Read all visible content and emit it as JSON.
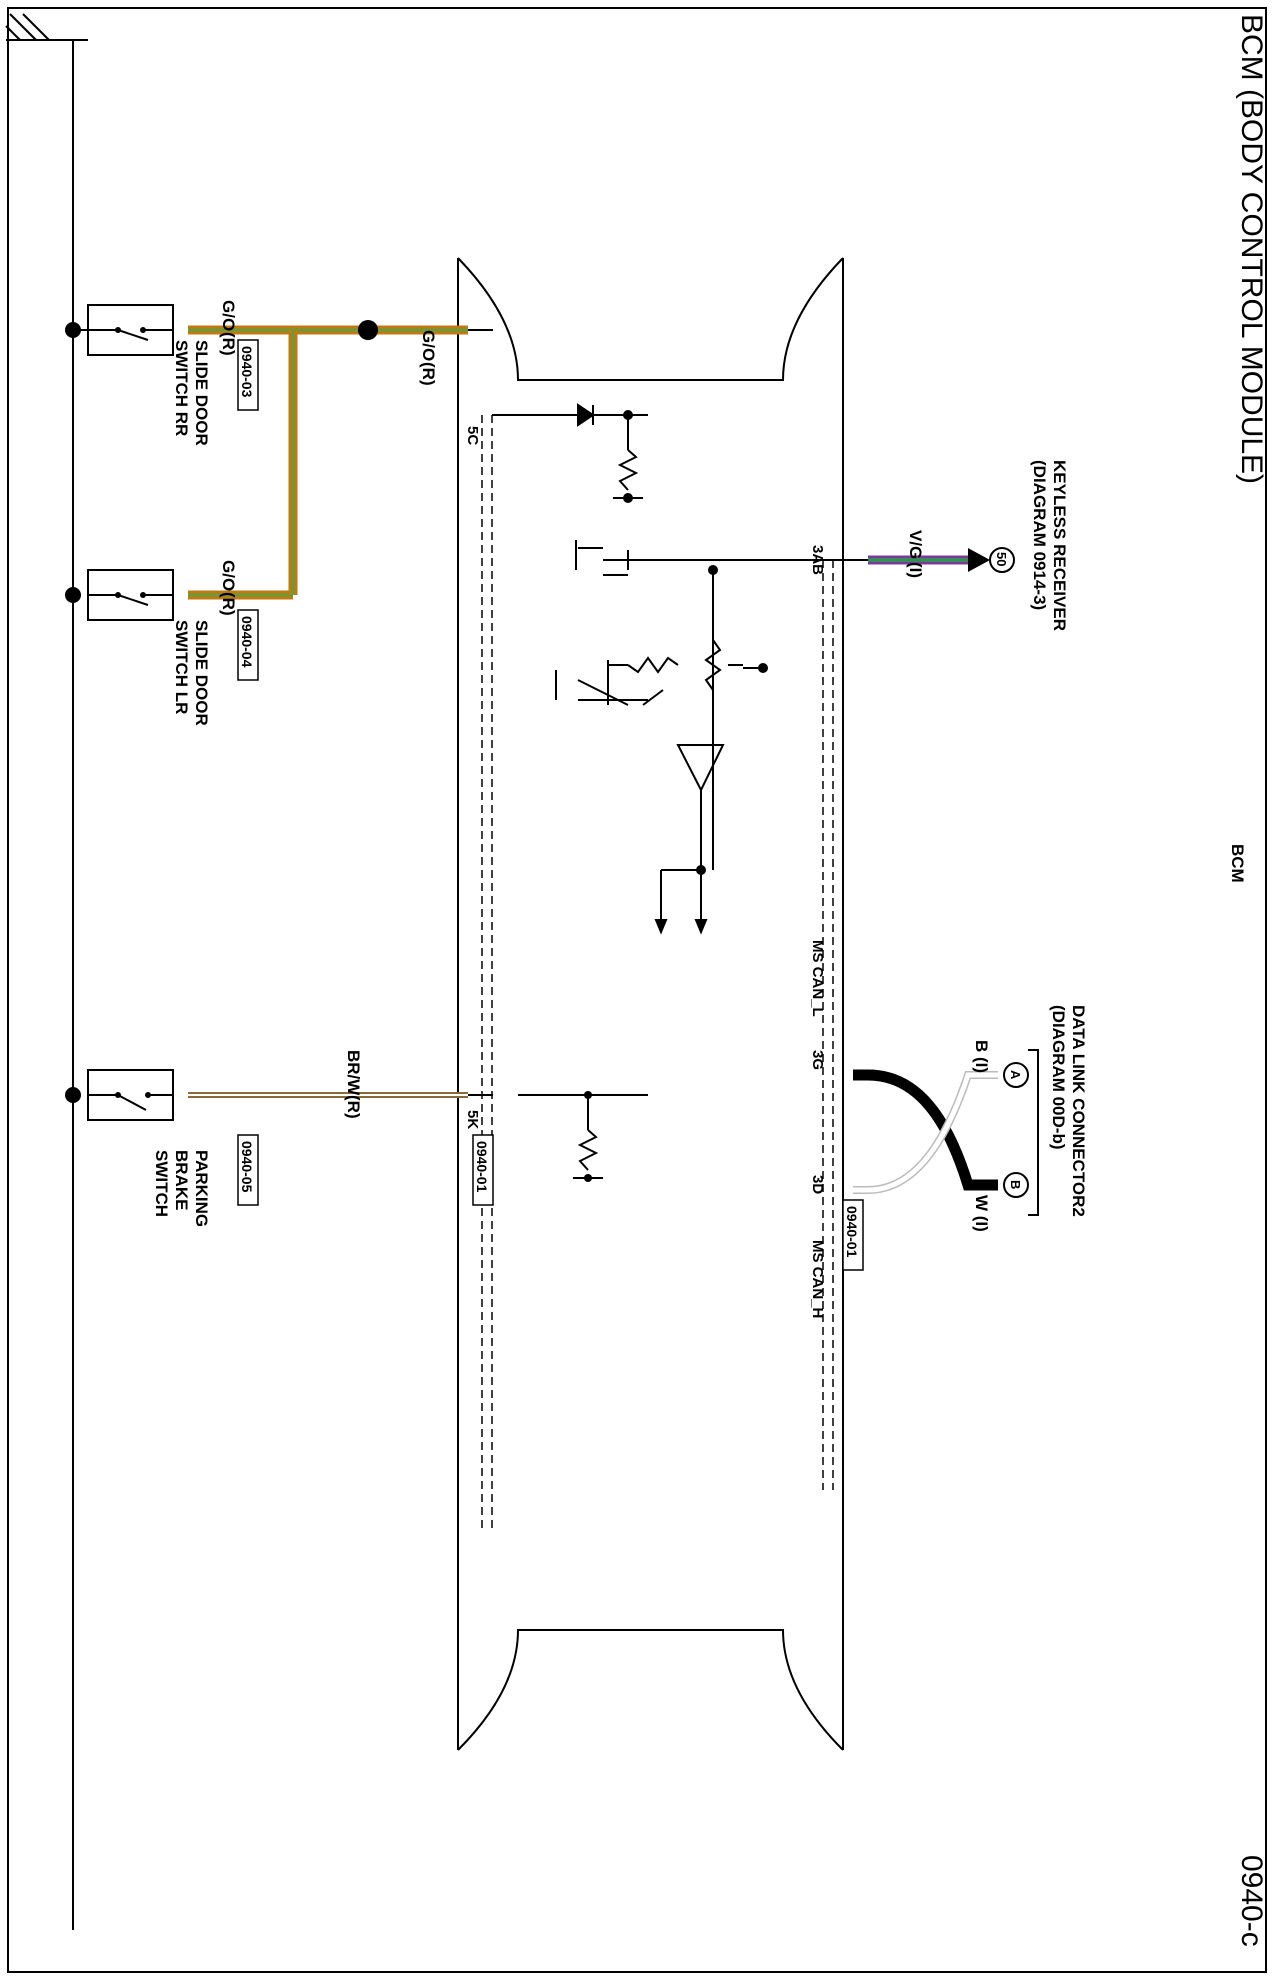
{
  "title": "BCM (BODY CONTROL MODULE)",
  "diagram_id": "0940-c",
  "module": {
    "label": "BCM"
  },
  "keyless_receiver": {
    "label_line1": "KEYLESS RECEIVER",
    "label_line2": "(DIAGRAM 0914-3)",
    "connector_number": "50",
    "wire": "V/G",
    "wire_grade": "(I)",
    "pin": "3AB"
  },
  "data_link_connector": {
    "label_line1": "DATA LINK CONNECTOR2",
    "label_line2": "(DIAGRAM 00D-b)",
    "terminal_a": "A",
    "terminal_b": "B",
    "wire_a": "B (I)",
    "wire_b": "W (I)",
    "pin_low": "3G",
    "pin_high": "3D",
    "signal_low": "MS CAN_L",
    "signal_high": "MS CAN_H",
    "connector": "0940-01"
  },
  "slide_door_rr": {
    "label_line1": "SLIDE DOOR",
    "label_line2": "SWITCH RR",
    "connector": "0940-03",
    "wire": "G/O",
    "wire_grade": "(R)"
  },
  "slide_door_lr": {
    "label_line1": "SLIDE DOOR",
    "label_line2": "SWITCH LR",
    "connector": "0940-04",
    "wire": "G/O",
    "wire_grade": "(R)"
  },
  "bcm_input_5c": {
    "wire": "G/O",
    "wire_grade": "(R)",
    "pin": "5C"
  },
  "parking_brake": {
    "label_line1": "PARKING",
    "label_line2": "BRAKE",
    "label_line3": "SWITCH",
    "connector": "0940-05",
    "wire": "BR/W",
    "wire_grade": "(R)",
    "pin": "5K"
  },
  "bcm_connector": "0940-01",
  "colors": {
    "wire_go_outer": "#c07a10",
    "wire_go_inner": "#6a9a3a",
    "wire_vg_outer": "#7a3a9a",
    "wire_vg_inner": "#3a8a5a",
    "wire_brw": "#8a6a3a"
  }
}
